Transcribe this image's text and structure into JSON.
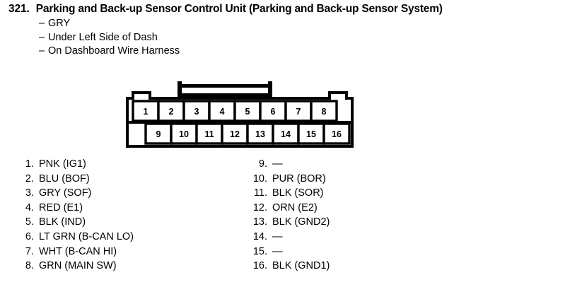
{
  "header": {
    "entry_number": "321.",
    "title": "Parking and Back-up Sensor Control Unit (Parking and Back-up Sensor System)",
    "dash": "–",
    "details": [
      "GRY",
      "Under Left Side of Dash",
      "On Dashboard Wire Harness"
    ]
  },
  "connector": {
    "top_row_pins": [
      "1",
      "2",
      "3",
      "4",
      "5",
      "6",
      "7",
      "8"
    ],
    "bottom_row_pins": [
      "9",
      "10",
      "11",
      "12",
      "13",
      "14",
      "15",
      "16"
    ],
    "outline_color": "#000000",
    "fill_color": "#ffffff"
  },
  "pin_assignments": {
    "left_column": [
      {
        "num": "1.",
        "desc": "PNK (IG1)"
      },
      {
        "num": "2.",
        "desc": "BLU (BOF)"
      },
      {
        "num": "3.",
        "desc": "GRY (SOF)"
      },
      {
        "num": "4.",
        "desc": "RED (E1)"
      },
      {
        "num": "5.",
        "desc": "BLK (IND)"
      },
      {
        "num": "6.",
        "desc": "LT GRN (B-CAN LO)"
      },
      {
        "num": "7.",
        "desc": "WHT (B-CAN HI)"
      },
      {
        "num": "8.",
        "desc": "GRN (MAIN SW)"
      }
    ],
    "right_column": [
      {
        "num": "9.",
        "desc": "—"
      },
      {
        "num": "10.",
        "desc": "PUR (BOR)"
      },
      {
        "num": "11.",
        "desc": "BLK (SOR)"
      },
      {
        "num": "12.",
        "desc": "ORN (E2)"
      },
      {
        "num": "13.",
        "desc": "BLK (GND2)"
      },
      {
        "num": "14.",
        "desc": "—"
      },
      {
        "num": "15.",
        "desc": "—"
      },
      {
        "num": "16.",
        "desc": "BLK (GND1)"
      }
    ]
  }
}
